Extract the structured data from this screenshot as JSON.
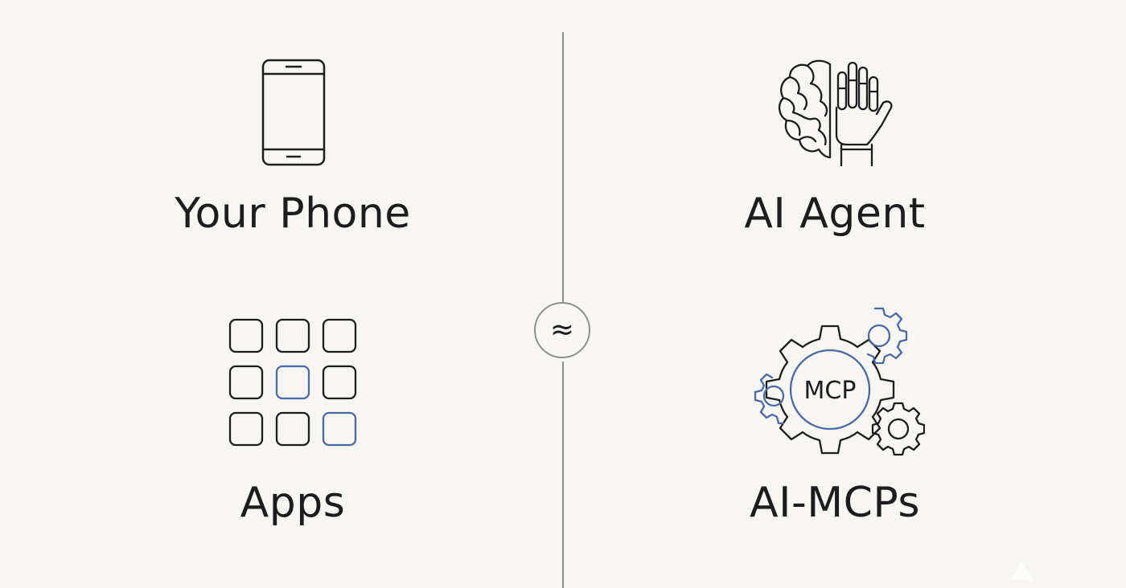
{
  "left": {
    "phone": {
      "label": "Your Phone",
      "icon": "smartphone-icon"
    },
    "apps": {
      "label": "Apps",
      "icon": "app-grid-icon",
      "grid_highlights": [
        4,
        8
      ]
    }
  },
  "right": {
    "agent": {
      "label": "AI Agent",
      "icon": "brain-robot-hand-icon"
    },
    "mcps": {
      "label": "AI-MCPs",
      "icon": "gears-icon",
      "center_text": "MCP"
    }
  },
  "divider": {
    "symbol": "≈"
  },
  "colors": {
    "background": "#f7f6f2",
    "ink": "#1d1d1f",
    "accent": "#4a6aa6",
    "divider": "#8f8f8f"
  }
}
